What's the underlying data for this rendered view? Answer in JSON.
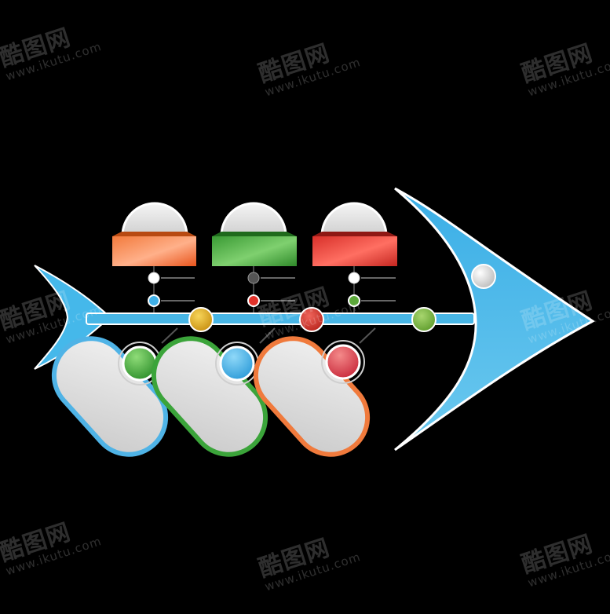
{
  "watermark": {
    "text": "酷图网",
    "url": "www.ikutu.com"
  },
  "colors": {
    "background": "#000000",
    "fish_blue": "#45b8ea",
    "orange": "#f06a2a",
    "green": "#3e9e3a",
    "red": "#d9342b",
    "yellow": "#e3b21f",
    "light_gray": "#e6e6e6"
  },
  "diagram": {
    "type": "fishbone",
    "top_categories": [
      {
        "id": "cat-1",
        "color": "orange",
        "dots": [
          "white",
          "blue"
        ]
      },
      {
        "id": "cat-2",
        "color": "green",
        "dots": [
          "dark-gray",
          "red"
        ]
      },
      {
        "id": "cat-3",
        "color": "red",
        "dots": [
          "white",
          "green"
        ]
      }
    ],
    "spine_nodes": [
      "yellow",
      "red",
      "green"
    ],
    "bottom_bones": [
      {
        "id": "bone-1",
        "outline": "blue",
        "badge": "green"
      },
      {
        "id": "bone-2",
        "outline": "green",
        "badge": "blue"
      },
      {
        "id": "bone-3",
        "outline": "orange",
        "badge": "red"
      }
    ],
    "head_eye": "white"
  }
}
